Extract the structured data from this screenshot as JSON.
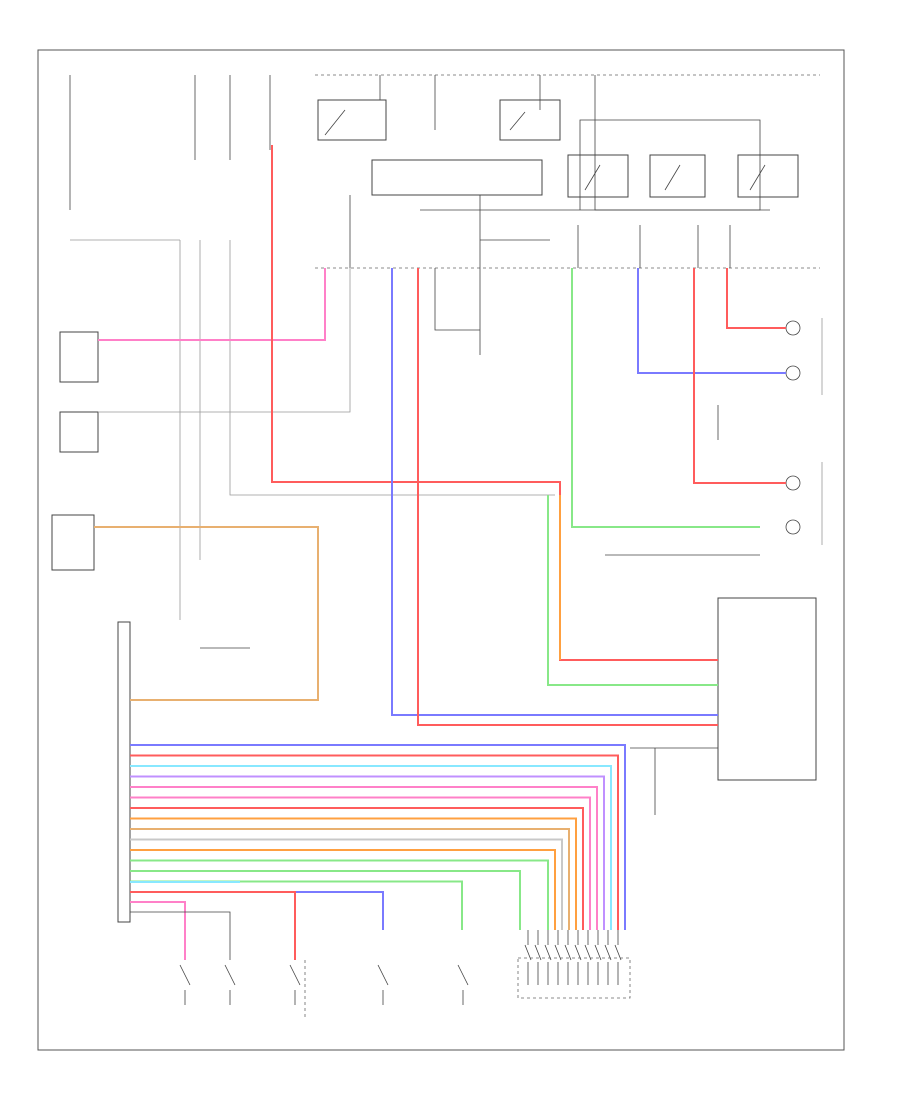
{
  "diagram": {
    "footer_code": "",
    "colors": {
      "red": "#ff5c5c",
      "pink": "#ff80c8",
      "blue": "#7a7aff",
      "green": "#88e888",
      "orange": "#ffa040",
      "tan": "#e8b070",
      "cyan": "#88e8ff",
      "purple": "#c090ff",
      "gray_wire": "#c8c8c8",
      "line": "#444444",
      "frame": "#555555"
    },
    "wire_stack": [
      "blue",
      "red",
      "cyan",
      "purple",
      "pink",
      "pink",
      "red",
      "orange",
      "tan",
      "gray_wire",
      "orange",
      "green",
      "green",
      "green",
      "blue"
    ],
    "switch_columns": 10
  }
}
